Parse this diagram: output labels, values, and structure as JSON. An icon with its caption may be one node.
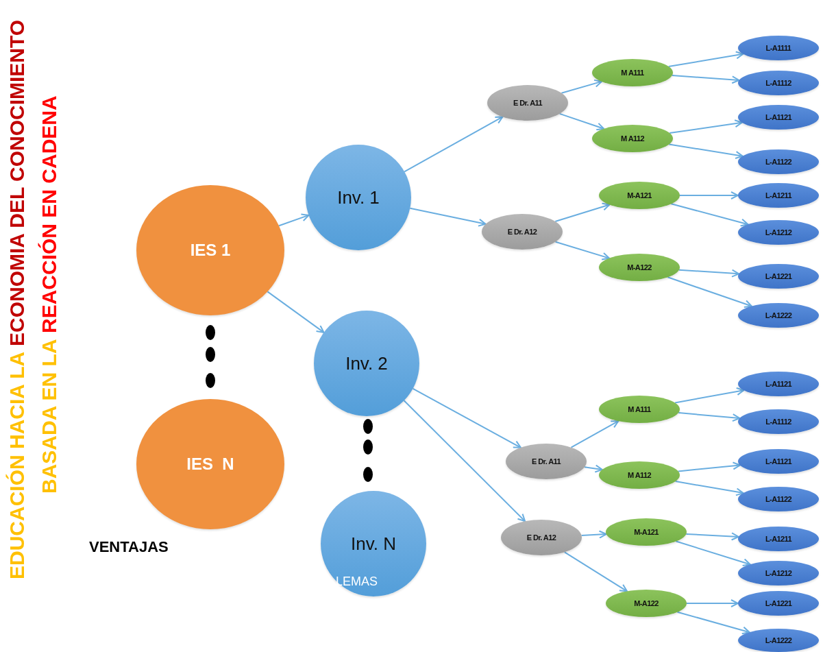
{
  "diagram": {
    "nodes": [
      {
        "text": [
          "IES 1"
        ]
      },
      {
        "text": [
          "IES  N"
        ]
      },
      {
        "text": [
          "Inv. 1"
        ]
      },
      {
        "text": [
          "Inv. 2"
        ]
      },
      {
        "text": [
          "Inv. N"
        ]
      },
      {
        "text": [
          "E Dr. A11"
        ]
      },
      {
        "text": [
          "E Dr. A12"
        ]
      },
      {
        "text": [
          "M A111"
        ]
      },
      {
        "text": [
          "M A112"
        ]
      },
      {
        "text": [
          "M-A121"
        ]
      },
      {
        "text": [
          "M-A122"
        ]
      },
      {
        "text": [
          "L-A1111"
        ]
      },
      {
        "text": [
          "L-A1112"
        ]
      },
      {
        "text": [
          "L-A1121"
        ]
      },
      {
        "text": [
          "L-A1122"
        ]
      },
      {
        "text": [
          "L-A1211"
        ]
      },
      {
        "text": [
          "L-A1212"
        ]
      },
      {
        "text": [
          "L-A1221"
        ]
      },
      {
        "text": [
          "L-A1222"
        ]
      },
      {
        "text": [
          "E Dr. A11"
        ]
      },
      {
        "text": [
          "E Dr. A12"
        ]
      },
      {
        "text": [
          "M A111"
        ]
      },
      {
        "text": [
          "M A112"
        ]
      },
      {
        "text": [
          "M-A121"
        ]
      },
      {
        "text": [
          "M-A122"
        ]
      },
      {
        "text": [
          "L-A1121"
        ]
      },
      {
        "text": [
          "L-A1112"
        ]
      },
      {
        "text": [
          "L-A1121"
        ]
      },
      {
        "text": [
          "L-A1122"
        ]
      },
      {
        "text": [
          "L-A1211"
        ]
      },
      {
        "text": [
          "L-A1212"
        ]
      },
      {
        "text": [
          "L-A1221"
        ]
      },
      {
        "text": [
          "L-A1222"
        ]
      }
    ],
    "edges": [
      {
        "from": 0,
        "to": 2,
        "arrow": "to"
      },
      {
        "from": 0,
        "to": 3,
        "arrow": "to"
      },
      {
        "from": 2,
        "to": 5,
        "arrow": "to"
      },
      {
        "from": 2,
        "to": 6,
        "arrow": "to"
      },
      {
        "from": 5,
        "to": 7,
        "arrow": "to"
      },
      {
        "from": 5,
        "to": 8,
        "arrow": "to"
      },
      {
        "from": 6,
        "to": 9,
        "arrow": "to"
      },
      {
        "from": 6,
        "to": 10,
        "arrow": "to"
      },
      {
        "from": 7,
        "to": 11,
        "arrow": "to"
      },
      {
        "from": 7,
        "to": 12,
        "arrow": "to"
      },
      {
        "from": 8,
        "to": 13,
        "arrow": "to"
      },
      {
        "from": 8,
        "to": 14,
        "arrow": "to"
      },
      {
        "from": 9,
        "to": 15,
        "arrow": "to"
      },
      {
        "from": 9,
        "to": 16,
        "arrow": "to"
      },
      {
        "from": 10,
        "to": 17,
        "arrow": "to"
      },
      {
        "from": 10,
        "to": 18,
        "arrow": "to"
      },
      {
        "from": 3,
        "to": 19,
        "arrow": "to"
      },
      {
        "from": 3,
        "to": 20,
        "arrow": "to"
      },
      {
        "from": 19,
        "to": 21,
        "arrow": "to"
      },
      {
        "from": 19,
        "to": 22,
        "arrow": "to"
      },
      {
        "from": 20,
        "to": 23,
        "arrow": "to"
      },
      {
        "from": 20,
        "to": 24,
        "arrow": "to"
      },
      {
        "from": 21,
        "to": 25,
        "arrow": "to"
      },
      {
        "from": 21,
        "to": 26,
        "arrow": "to"
      },
      {
        "from": 22,
        "to": 27,
        "arrow": "to"
      },
      {
        "from": 22,
        "to": 28,
        "arrow": "to"
      },
      {
        "from": 23,
        "to": 29,
        "arrow": "to"
      },
      {
        "from": 23,
        "to": 30,
        "arrow": "to"
      },
      {
        "from": 24,
        "to": 31,
        "arrow": "to"
      },
      {
        "from": 24,
        "to": 32,
        "arrow": "to"
      }
    ],
    "labels": [
      "EDUCACIÓN HACIA LA",
      "ECONOMIA DEL CONOCIMIENTO",
      "BASADA EN LA",
      "REACCIÓN EN CADENA",
      "VENTAJAS",
      "LEMAS"
    ]
  }
}
